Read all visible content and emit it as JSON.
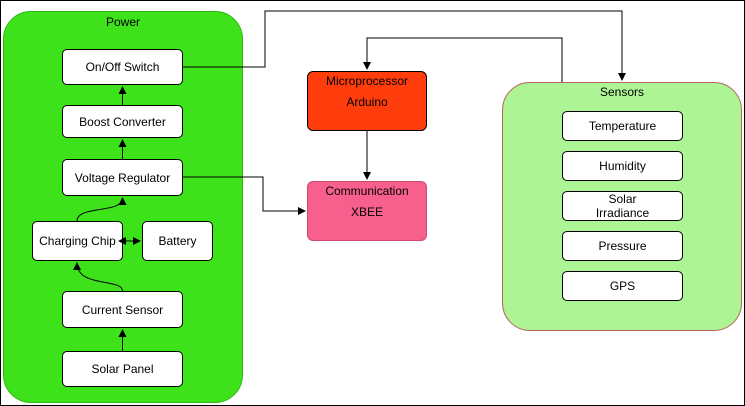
{
  "power": {
    "title": "Power",
    "on_off_switch": "On/Off Switch",
    "boost_converter": "Boost Converter",
    "voltage_regulator": "Voltage Regulator",
    "charging_chip": "Charging Chip",
    "battery": "Battery",
    "current_sensor": "Current Sensor",
    "solar_panel": "Solar Panel"
  },
  "microprocessor": {
    "line1": "Microprocessor",
    "line2": "Arduino"
  },
  "communication": {
    "line1": "Communication",
    "line2": "XBEE"
  },
  "sensors": {
    "title": "Sensors",
    "temperature": "Temperature",
    "humidity": "Humidity",
    "solar_irradiance": "Solar Irradiance",
    "pressure": "Pressure",
    "gps": "GPS"
  },
  "colors": {
    "power_fill": "#3de21a",
    "sensors_fill": "#adf594",
    "microprocessor_fill": "#ff3c0c",
    "communication_fill": "#f7608c"
  }
}
